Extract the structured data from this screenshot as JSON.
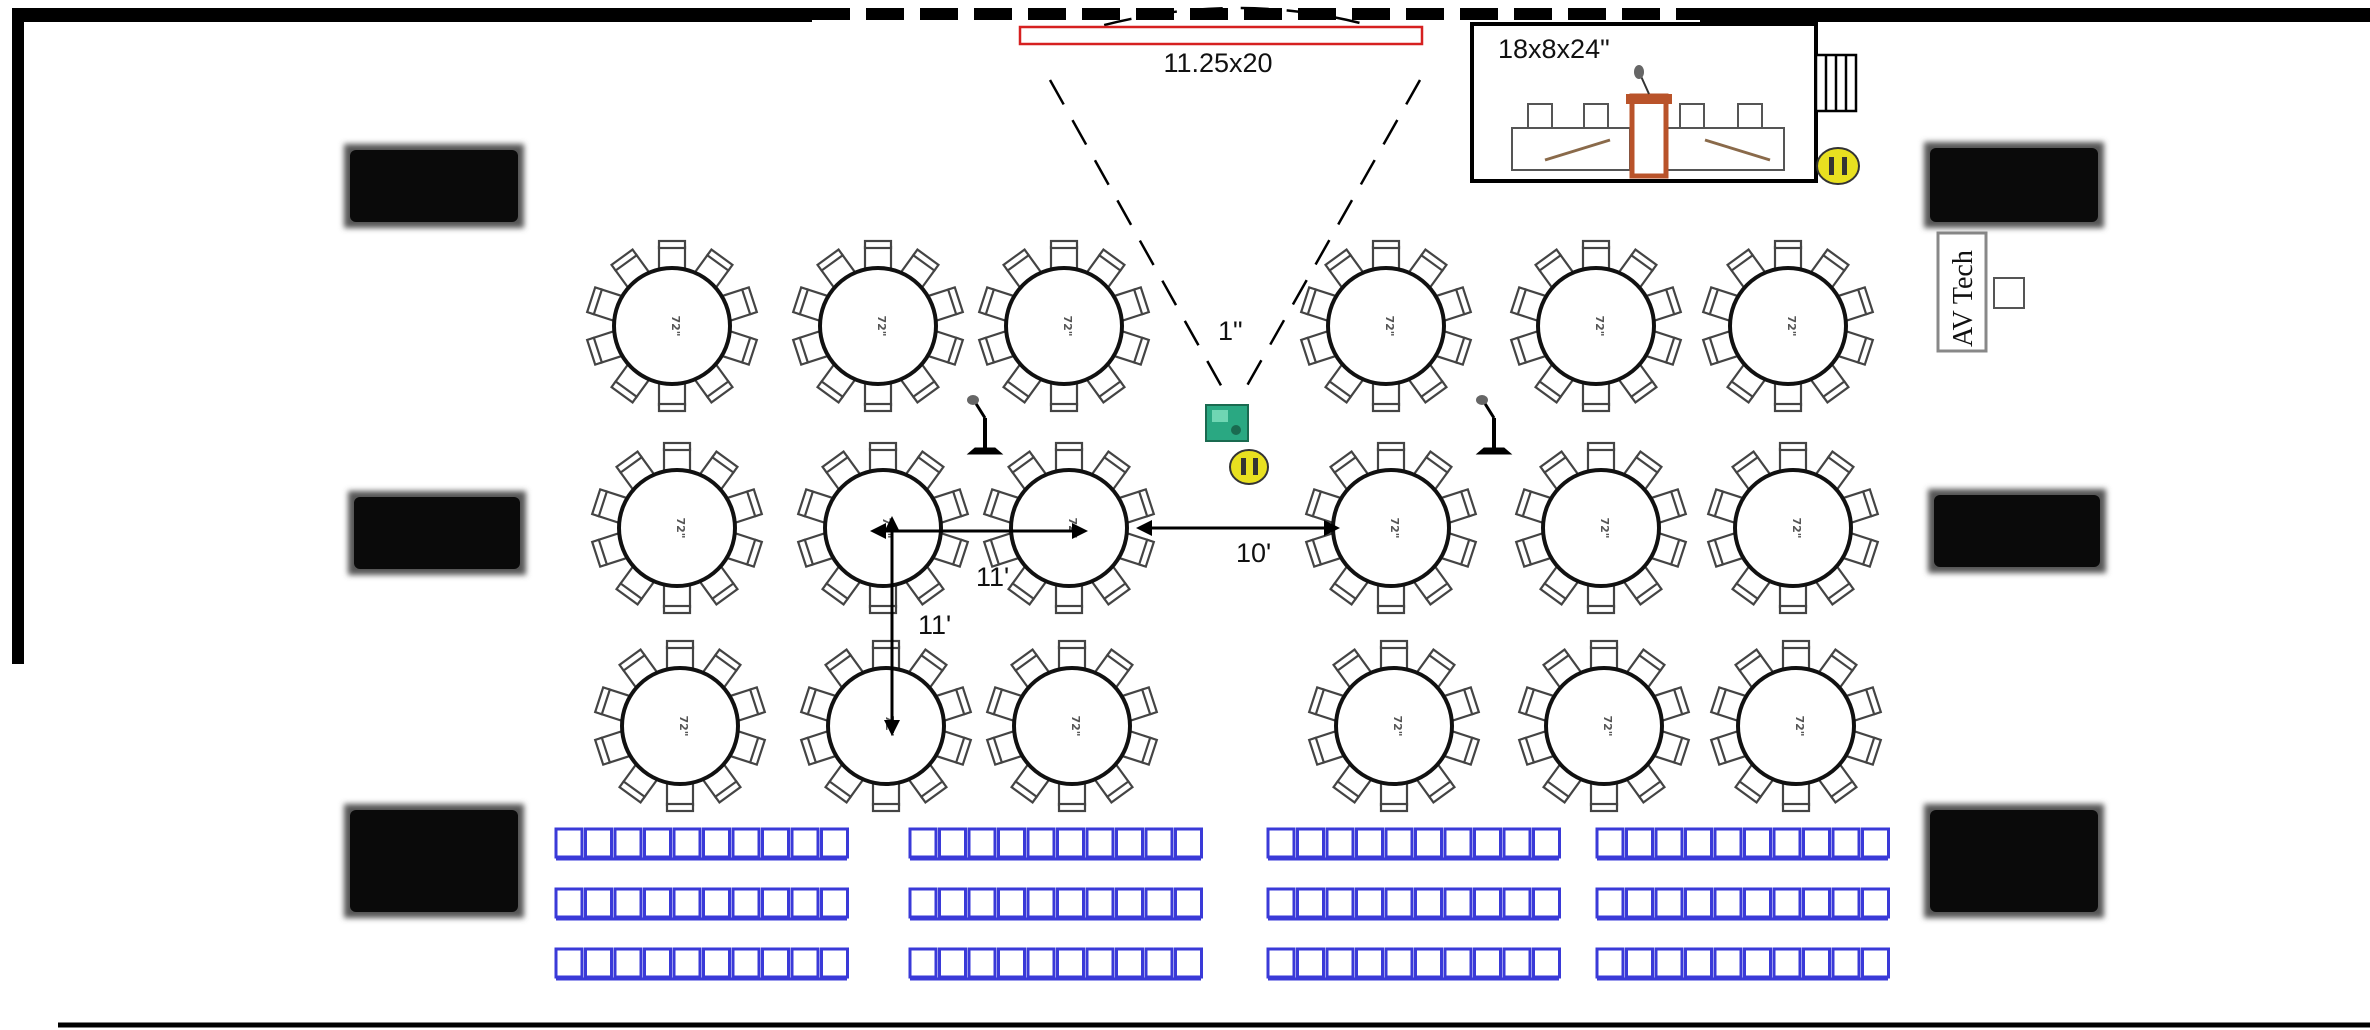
{
  "labels": {
    "screen_size": "11.25x20",
    "stage_size": "18x8x24\"",
    "projector_distance": "1\"",
    "aisle_width": "10'",
    "table_spacing_horizontal": "11'",
    "table_spacing_vertical": "11'",
    "av_tech": "AV Tech",
    "table_size": "72\""
  },
  "layout": {
    "round_tables": 18,
    "table_rows": 3,
    "tables_per_side_per_row": 3,
    "chairs_per_table": 10,
    "theater_row_blocks": 4,
    "theater_rows_per_block": 3,
    "chairs_per_theater_row": 10,
    "floor_speakers_per_side": 3,
    "aisle_microphones": 2,
    "power_outlets": 2,
    "projector": 1
  },
  "colors": {
    "wall": "#000000",
    "screen_outline": "#d62020",
    "theater_chairs": "#3a3ad8",
    "outlet": "#e8e020",
    "projector": "#2aa882",
    "lectern": "#b9532a",
    "speaker": "#0a0a0a"
  },
  "icons": [
    "projector-icon",
    "microphone-icon",
    "power-outlet-icon",
    "lectern-icon",
    "speaker-icon",
    "steps-icon"
  ]
}
